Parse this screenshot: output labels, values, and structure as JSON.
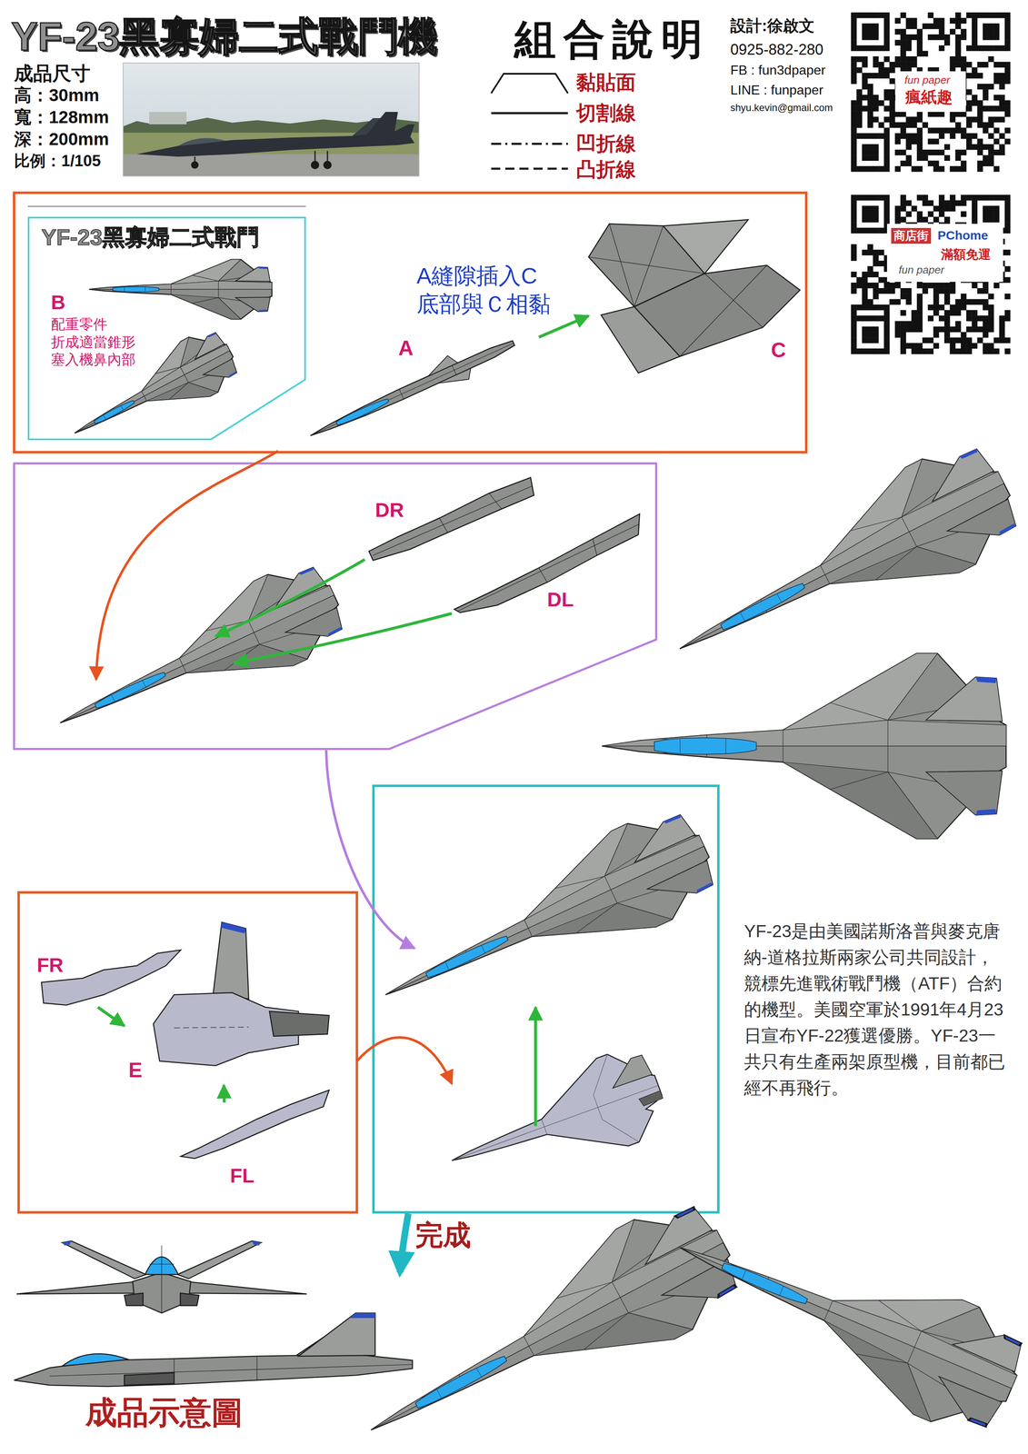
{
  "diagram": {
    "title": "YF-23黑寡婦二式戰鬥機",
    "nodes": [
      {
        "text": [
          "YF-23黑寡婦二式戰鬥"
        ]
      },
      {
        "text": [
          "B",
          "配重零件 折成適當錐形 塞入機鼻內部"
        ],
        "in": 0
      },
      {
        "text": [
          "A"
        ]
      },
      {
        "text": [
          "C"
        ]
      },
      {
        "text": [
          "DR"
        ]
      },
      {
        "text": [
          "DL"
        ]
      },
      {
        "text": [
          "FR"
        ]
      },
      {
        "text": [
          "E"
        ]
      },
      {
        "text": [
          "FL"
        ]
      }
    ],
    "edges": [
      {
        "from": 2,
        "to": 3,
        "arrow": "to",
        "label": "A縫隙插入C 底部與Ｃ相黏"
      },
      {
        "from": 6,
        "to": 7,
        "arrow": "to"
      },
      {
        "from": 8,
        "to": 7,
        "arrow": "to"
      }
    ],
    "labels": [
      "組合說明",
      "成品尺寸",
      "高：30mm",
      "寬：128mm",
      "深：200mm",
      "比例：1/105",
      "設計:徐啟文",
      "0925-882-280",
      "FB : fun3dpaper",
      "LINE : funpaper",
      "shyu.kevin@gmail.com",
      "fun paper",
      "瘋紙趣",
      "商店街",
      "PChome",
      "滿額免運",
      "fun paper",
      "YF-23是由美國諾斯洛普與麥克唐納-道格拉斯兩家公司共同設計，競標先進戰術戰鬥機（ATF）合約的機型。美國空軍於1991年4月23日宣布YF-22獲選優勝。YF-23一共只有生產兩架原型機，目前都已經不再飛行。",
      "完成",
      "成品示意圖"
    ],
    "legend": [
      {
        "text": "黏貼面"
      },
      {
        "text": "切割線"
      },
      {
        "text": "凹折線"
      },
      {
        "text": "凸折線"
      }
    ]
  }
}
